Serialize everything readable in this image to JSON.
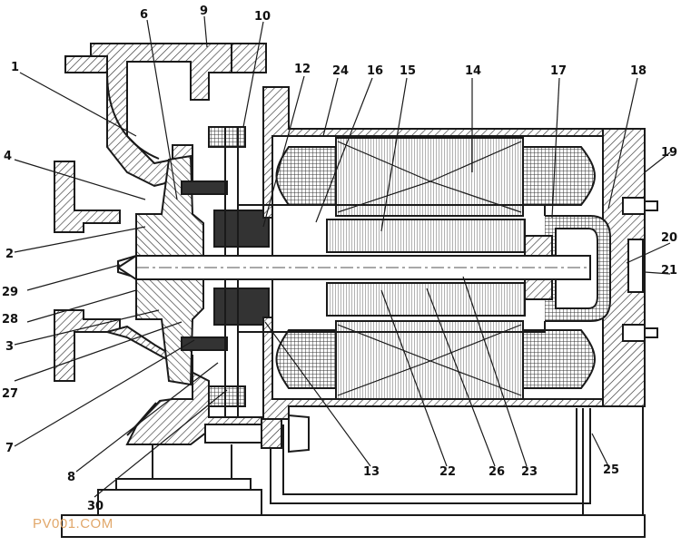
{
  "diagram": {
    "callouts": [
      {
        "id": "c1",
        "text": "1"
      },
      {
        "id": "c4",
        "text": "4"
      },
      {
        "id": "c2",
        "text": "2"
      },
      {
        "id": "c29",
        "text": "29"
      },
      {
        "id": "c28",
        "text": "28"
      },
      {
        "id": "c3",
        "text": "3"
      },
      {
        "id": "c27",
        "text": "27"
      },
      {
        "id": "c7",
        "text": "7"
      },
      {
        "id": "c8",
        "text": "8"
      },
      {
        "id": "c30",
        "text": "30"
      },
      {
        "id": "c6",
        "text": "6"
      },
      {
        "id": "c9",
        "text": "9"
      },
      {
        "id": "c10",
        "text": "10"
      },
      {
        "id": "c12",
        "text": "12"
      },
      {
        "id": "c24",
        "text": "24"
      },
      {
        "id": "c16",
        "text": "16"
      },
      {
        "id": "c15",
        "text": "15"
      },
      {
        "id": "c14",
        "text": "14"
      },
      {
        "id": "c17",
        "text": "17"
      },
      {
        "id": "c18",
        "text": "18"
      },
      {
        "id": "c19",
        "text": "19"
      },
      {
        "id": "c20",
        "text": "20"
      },
      {
        "id": "c21",
        "text": "21"
      },
      {
        "id": "c25",
        "text": "25"
      },
      {
        "id": "c23",
        "text": "23"
      },
      {
        "id": "c26",
        "text": "26"
      },
      {
        "id": "c22",
        "text": "22"
      },
      {
        "id": "c13",
        "text": "13"
      }
    ]
  },
  "watermark": "PV001.COM",
  "colors": {
    "line": "#1a1a1a",
    "hatch": "#444444",
    "fill": "#ffffff",
    "watermark": "#e1a76a"
  }
}
